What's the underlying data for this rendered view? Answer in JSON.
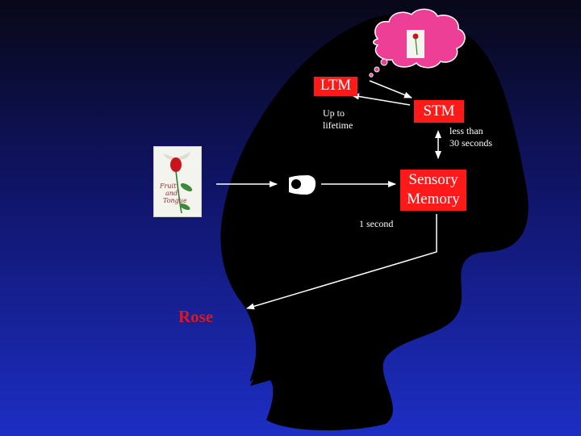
{
  "boxes": {
    "ltm": "LTM",
    "stm": "STM",
    "sensory_line1": "Sensory",
    "sensory_line2": "Memory"
  },
  "durations": {
    "ltm_line1": "Up to",
    "ltm_line2": "lifetime",
    "stm_line1": "less than",
    "stm_line2": "30 seconds",
    "sensory": "1 second"
  },
  "output_word": "Rose",
  "book_card": {
    "title_line1": "Fruit",
    "title_line2": "and",
    "title_line3": "Tongue"
  },
  "colors": {
    "box_red": "#ff1a1a",
    "rose_text": "#d8191e",
    "thought_bubble": "#ee3f97",
    "head": "#000000"
  }
}
